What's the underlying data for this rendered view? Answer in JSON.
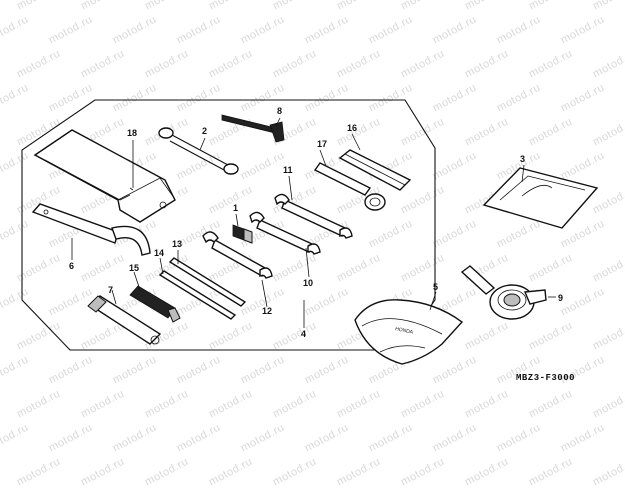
{
  "watermark": "motod.ru",
  "part_code": "MBZ3-F3000",
  "callouts": {
    "c1": "1",
    "c2": "2",
    "c3": "3",
    "c4": "4",
    "c5": "5",
    "c6": "6",
    "c7": "7",
    "c8": "8",
    "c9": "9",
    "c10": "10",
    "c12": "12",
    "c13": "13",
    "c14": "14",
    "c15": "15",
    "c16": "16",
    "c17": "17",
    "c18": "18",
    "c11": "11"
  },
  "pouch_text": "HONDA",
  "colors": {
    "line": "#111111",
    "watermark": "#d8d8d8",
    "background": "#ffffff"
  }
}
